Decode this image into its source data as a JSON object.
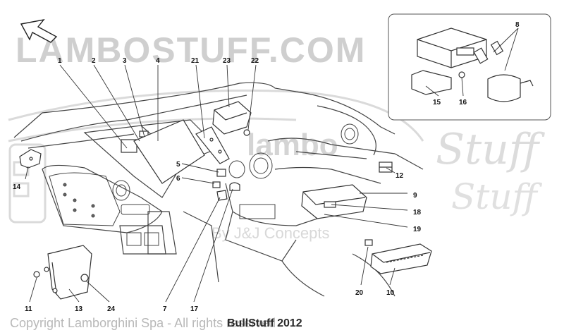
{
  "watermark": {
    "brand": "LAMBOSTUFF.COM",
    "logo_line1": "lambo",
    "logo_line2": "Stuff",
    "logo_line3": "Stuff",
    "by_line": "By J&J Concepts"
  },
  "footer": {
    "copyright": "Copyright Lamborghini Spa - All rights reserved",
    "stamp": "BullStuff 2012"
  },
  "callouts": [
    {
      "id": "c1",
      "label": "1"
    },
    {
      "id": "c2",
      "label": "2"
    },
    {
      "id": "c3",
      "label": "3"
    },
    {
      "id": "c4",
      "label": "4"
    },
    {
      "id": "c5",
      "label": "5"
    },
    {
      "id": "c6",
      "label": "6"
    },
    {
      "id": "c7",
      "label": "7"
    },
    {
      "id": "c8",
      "label": "8"
    },
    {
      "id": "c9",
      "label": "9"
    },
    {
      "id": "c10",
      "label": "10"
    },
    {
      "id": "c11",
      "label": "11"
    },
    {
      "id": "c12",
      "label": "12"
    },
    {
      "id": "c13",
      "label": "13"
    },
    {
      "id": "c14",
      "label": "14"
    },
    {
      "id": "c15",
      "label": "15"
    },
    {
      "id": "c16",
      "label": "16"
    },
    {
      "id": "c17",
      "label": "17"
    },
    {
      "id": "c18",
      "label": "18"
    },
    {
      "id": "c19",
      "label": "19"
    },
    {
      "id": "c20",
      "label": "20"
    },
    {
      "id": "c21",
      "label": "21"
    },
    {
      "id": "c22",
      "label": "22"
    },
    {
      "id": "c23",
      "label": "23"
    },
    {
      "id": "c24",
      "label": "24"
    }
  ],
  "colors": {
    "line": "#3a3a3a",
    "watermark": "#c8c8c8",
    "text": "#111111"
  },
  "icons": {
    "direction": "arrow-up-left-icon"
  }
}
